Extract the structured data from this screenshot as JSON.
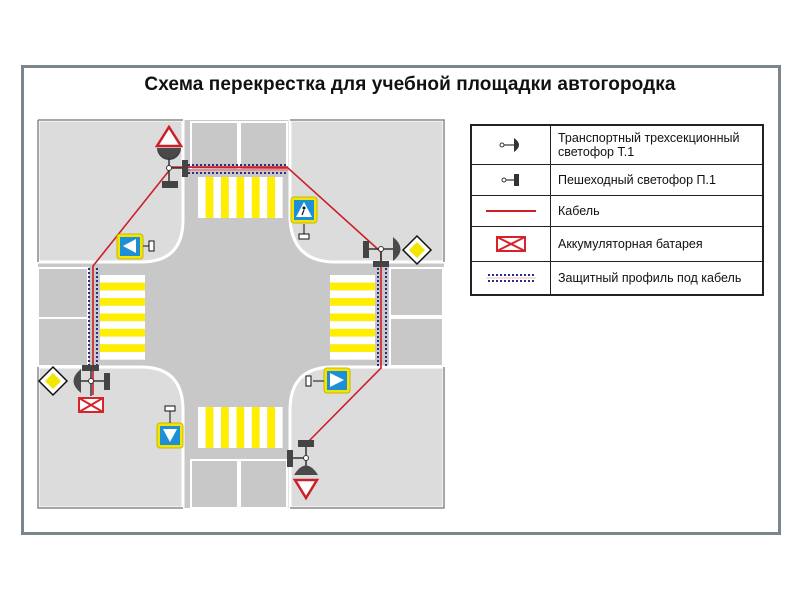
{
  "title": "Схема перекрестка для учебной площадки автогородка",
  "legend": {
    "items": [
      {
        "symbol": "vehicle-traffic-light-icon",
        "label": "Транспортный  трехсекционный светофор Т.1"
      },
      {
        "symbol": "pedestrian-traffic-light-icon",
        "label": "Пешеходный светофор П.1"
      },
      {
        "symbol": "cable-line-icon",
        "label": "Кабель"
      },
      {
        "symbol": "battery-box-icon",
        "label": "Аккумуляторная батарея"
      },
      {
        "symbol": "protective-profile-icon",
        "label": "Защитный профиль под кабель"
      }
    ]
  },
  "diagram": {
    "crosswalks": [
      "north",
      "south",
      "west",
      "east"
    ],
    "signs": [
      {
        "type": "give-way",
        "corner": "north-west"
      },
      {
        "type": "main-road",
        "corner": "north-east"
      },
      {
        "type": "main-road",
        "corner": "south-west"
      },
      {
        "type": "give-way",
        "corner": "south-east"
      },
      {
        "type": "pedestrian-crossing",
        "corner": "north-east"
      },
      {
        "type": "pedestrian-crossing-arrow",
        "corner": "north-west"
      },
      {
        "type": "pedestrian-crossing-arrow",
        "corner": "south-west"
      },
      {
        "type": "pedestrian-crossing-arrow",
        "corner": "south-east"
      }
    ],
    "battery_corner": "south-west"
  },
  "colors": {
    "frame": "#7a868c",
    "road": "#c8c8c8",
    "sidewalk": "#dcdcdc",
    "cable": "#cc1f26",
    "profile": "#2b2d82",
    "zebra_yellow": "#ffee00",
    "sign_blue": "#1e8fd6",
    "sign_yellow_frame": "#f2e600",
    "light_dark": "#4a4a4a"
  }
}
